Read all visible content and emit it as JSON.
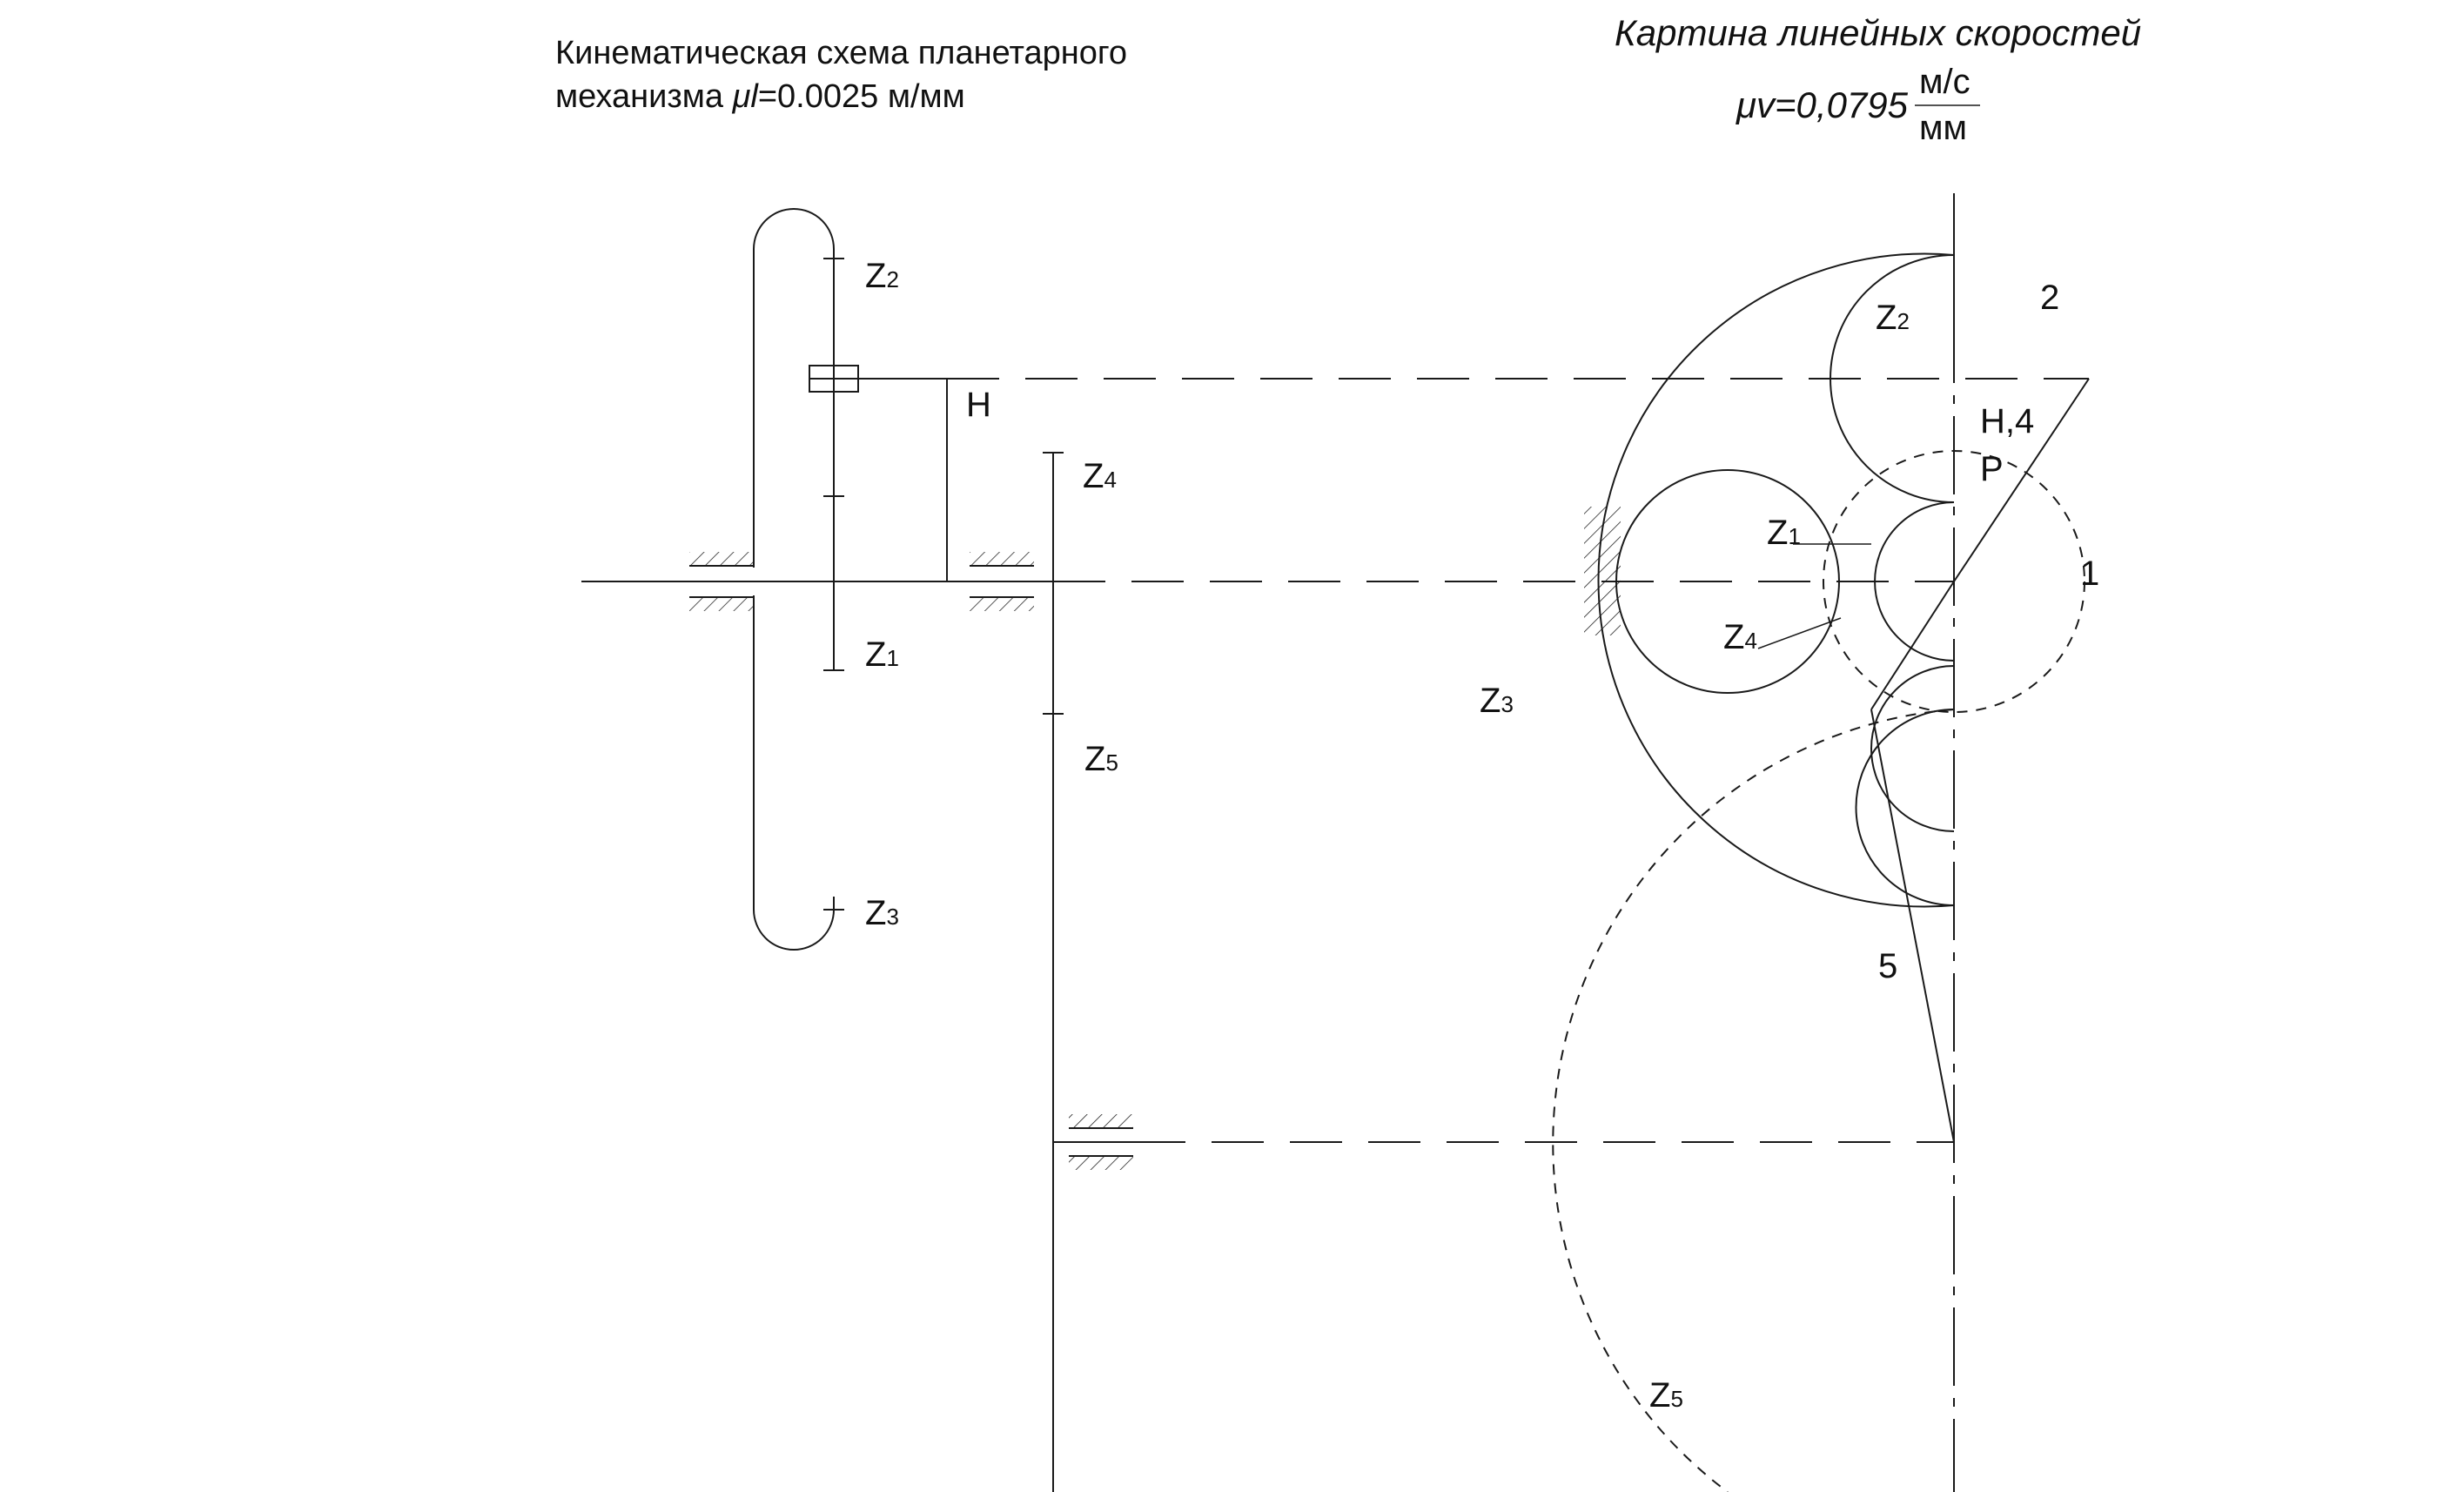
{
  "scheme_title": {
    "line1": "Кинематическая схема планетарного",
    "line2_prefix": "механизма ",
    "mu_symbol": "μl",
    "line2_value": "=0.0025 м/мм"
  },
  "velocity_title": {
    "line1": "Картина линейных скоростей",
    "mu_label": "μv=0,0795",
    "unit_num": "м/с",
    "unit_den": "мм"
  },
  "scheme_labels": {
    "z2": "Z",
    "z2_sub": "2",
    "h": "H",
    "z4": "Z",
    "z4_sub": "4",
    "z1": "Z",
    "z1_sub": "1",
    "z5": "Z",
    "z5_sub": "5",
    "z3": "Z",
    "z3_sub": "3",
    "z3_mid": "Z",
    "z3_mid_sub": "3"
  },
  "velocity_labels": {
    "z2": "Z",
    "z2_sub": "2",
    "z1": "Z",
    "z1_sub": "1",
    "z4": "Z",
    "z4_sub": "4",
    "z5": "Z",
    "z5_sub": "5",
    "n2": "2",
    "h4": "H,4",
    "p": "P",
    "n1": "1",
    "n5": "5"
  }
}
